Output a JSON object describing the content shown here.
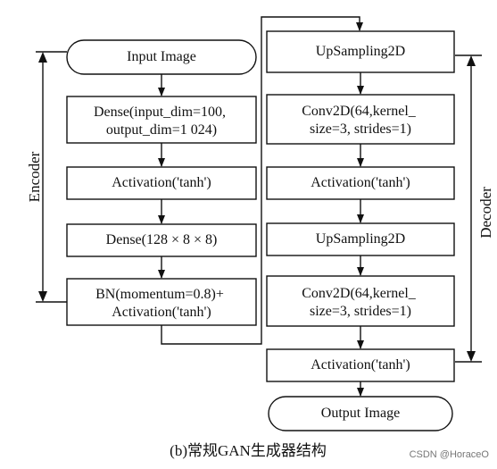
{
  "encoder": {
    "label": "Encoder",
    "nodes": [
      {
        "id": "input-image",
        "lines": [
          "Input Image"
        ]
      },
      {
        "id": "dense-1",
        "lines": [
          "Dense(input_dim=100,",
          "output_dim=1 024)"
        ]
      },
      {
        "id": "activation-1",
        "lines": [
          "Activation('tanh')"
        ]
      },
      {
        "id": "dense-2",
        "lines": [
          "Dense(128 × 8 × 8)"
        ]
      },
      {
        "id": "bn-activation",
        "lines": [
          "BN(momentum=0.8)+",
          "Activation('tanh')"
        ]
      }
    ]
  },
  "decoder": {
    "label": "Decoder",
    "nodes": [
      {
        "id": "upsampling-1",
        "lines": [
          "UpSampling2D"
        ]
      },
      {
        "id": "conv2d-1",
        "lines": [
          "Conv2D(64,kernel_",
          "size=3, strides=1)"
        ]
      },
      {
        "id": "activation-2",
        "lines": [
          "Activation('tanh')"
        ]
      },
      {
        "id": "upsampling-2",
        "lines": [
          "UpSampling2D"
        ]
      },
      {
        "id": "conv2d-2",
        "lines": [
          "Conv2D(64,kernel_",
          "size=3, strides=1)"
        ]
      },
      {
        "id": "activation-3",
        "lines": [
          "Activation('tanh')"
        ]
      },
      {
        "id": "output-image",
        "lines": [
          "Output Image"
        ]
      }
    ]
  },
  "caption": "(b)常规GAN生成器结构",
  "watermark": "CSDN @HoraceO"
}
